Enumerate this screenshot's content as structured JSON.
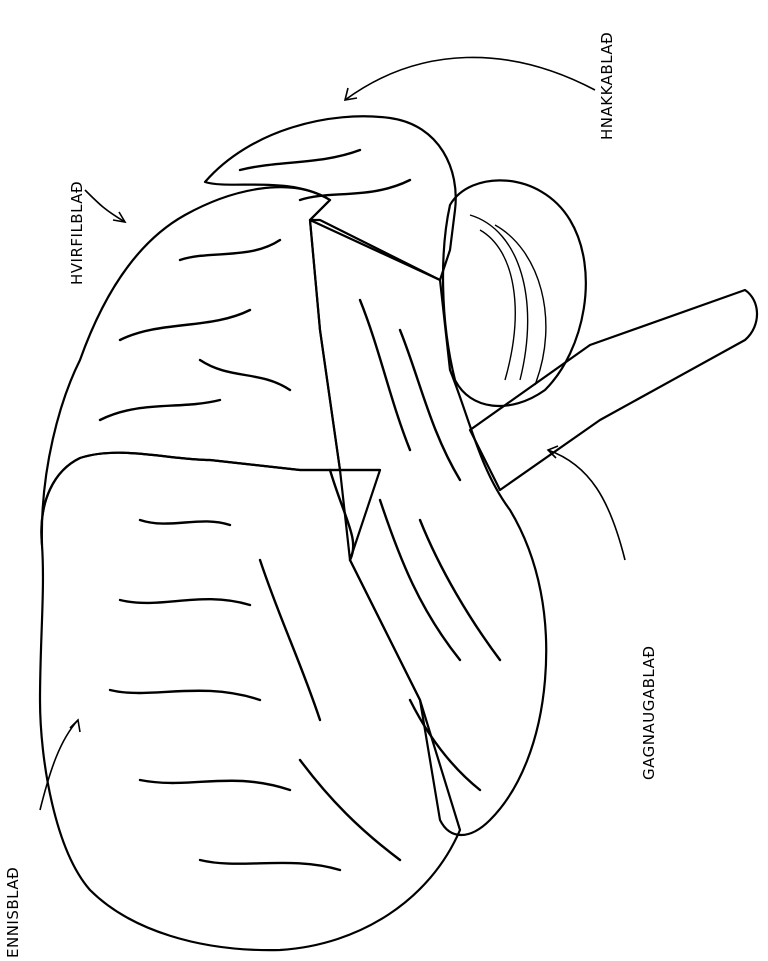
{
  "diagram": {
    "labels": {
      "frontal": "ENNISBLAÐ",
      "parietal": "HVIRFILBLAÐ",
      "occipital": "HNAKKABLAÐ",
      "temporal": "GAGNAUGABLAÐ"
    }
  }
}
